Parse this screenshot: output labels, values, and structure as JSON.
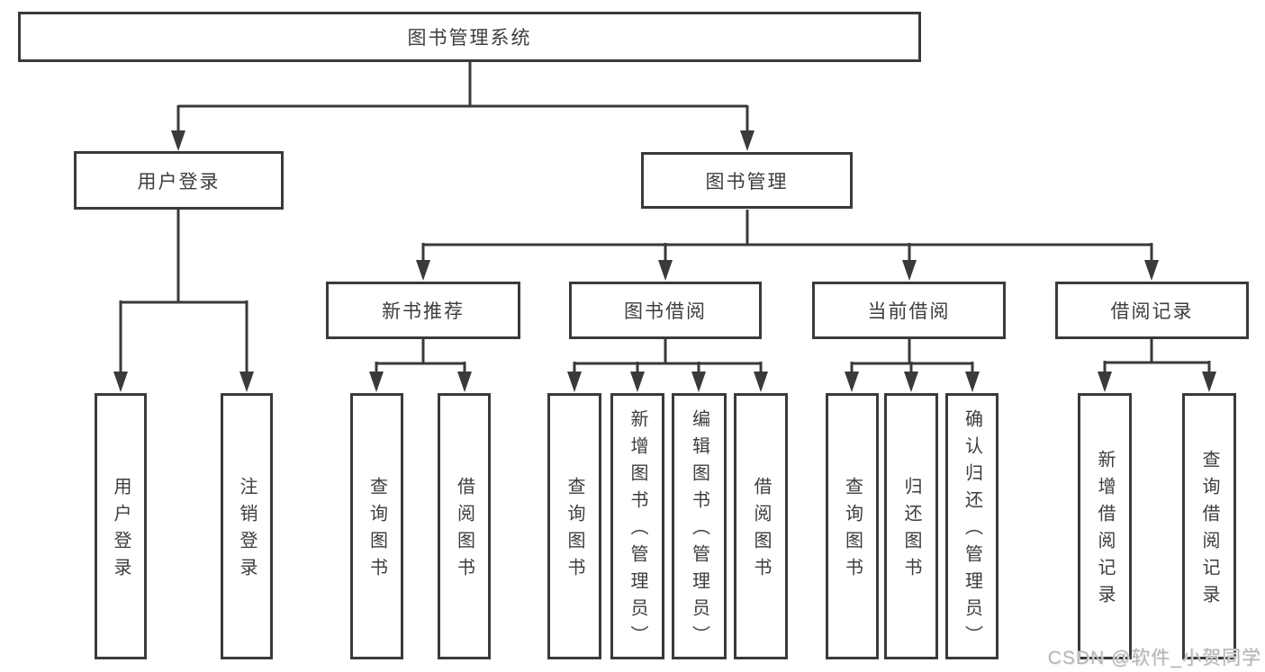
{
  "tree": {
    "root": {
      "label": "图书管理系统"
    },
    "children": [
      {
        "label": "用户登录",
        "children": [
          {
            "label": "用户登录"
          },
          {
            "label": "注销登录"
          }
        ]
      },
      {
        "label": "图书管理",
        "children": [
          {
            "label": "新书推荐",
            "children": [
              {
                "label": "查询图书"
              },
              {
                "label": "借阅图书"
              }
            ]
          },
          {
            "label": "图书借阅",
            "children": [
              {
                "label": "查询图书"
              },
              {
                "label": "新增图书（管理员）"
              },
              {
                "label": "编辑图书（管理员）"
              },
              {
                "label": "借阅图书"
              }
            ]
          },
          {
            "label": "当前借阅",
            "children": [
              {
                "label": "查询图书"
              },
              {
                "label": "归还图书"
              },
              {
                "label": "确认归还（管理员）"
              }
            ]
          },
          {
            "label": "借阅记录",
            "children": [
              {
                "label": "新增借阅记录"
              },
              {
                "label": "查询借阅记录"
              }
            ]
          }
        ]
      }
    ]
  },
  "watermark": "CSDN @软件_小贺同学",
  "colors": {
    "line": "#3a3a3c",
    "text": "#3d3d42",
    "background": "#ffffff",
    "watermark": "#b5b5b5"
  }
}
